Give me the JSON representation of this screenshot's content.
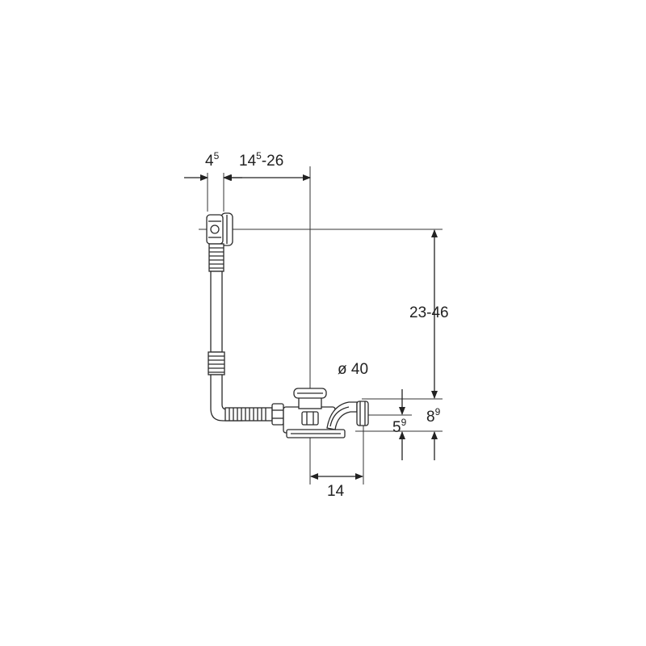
{
  "dimensions": {
    "overflow_offset": {
      "value": "4",
      "sup": "5"
    },
    "overflow_spacing": {
      "value": "14",
      "sup": "5",
      "suffix": "-26"
    },
    "overflow_height": "23-46",
    "drain_diameter": "ø 40",
    "outlet_depth": {
      "value": "5",
      "sup": "9"
    },
    "total_depth": {
      "value": "8",
      "sup": "9"
    },
    "outlet_spacing": "14"
  },
  "colors": {
    "line": "#2a2a2a",
    "dim": "#333333",
    "fill": "#ffffff"
  }
}
